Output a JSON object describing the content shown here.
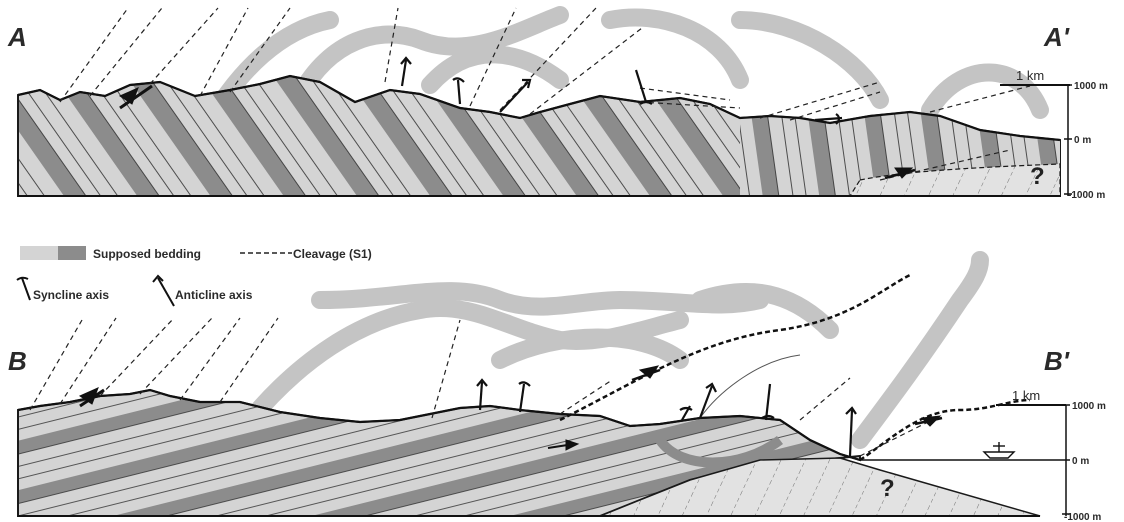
{
  "section_a": {
    "label_left": "A",
    "label_right": "A'",
    "scale_bar": "1 km",
    "elevation_top": "1000 m",
    "elevation_mid": "0 m",
    "elevation_bottom": "-1000 m",
    "unknown_marker": "?"
  },
  "section_b": {
    "label_left": "B",
    "label_right": "B'",
    "scale_bar": "1 km",
    "elevation_top": "1000 m",
    "elevation_mid": "0 m",
    "elevation_bottom": "-1000 m",
    "unknown_marker": "?"
  },
  "legend": {
    "bedding": "Supposed  bedding",
    "cleavage": "Cleavage (S1)",
    "syncline": "Syncline axis",
    "anticline": "Anticline axis"
  },
  "colors": {
    "light_bed": "#d4d4d4",
    "dark_bed": "#8c8c8c",
    "reconstruction": "#c4c4c4",
    "line": "#1a1a1a"
  }
}
